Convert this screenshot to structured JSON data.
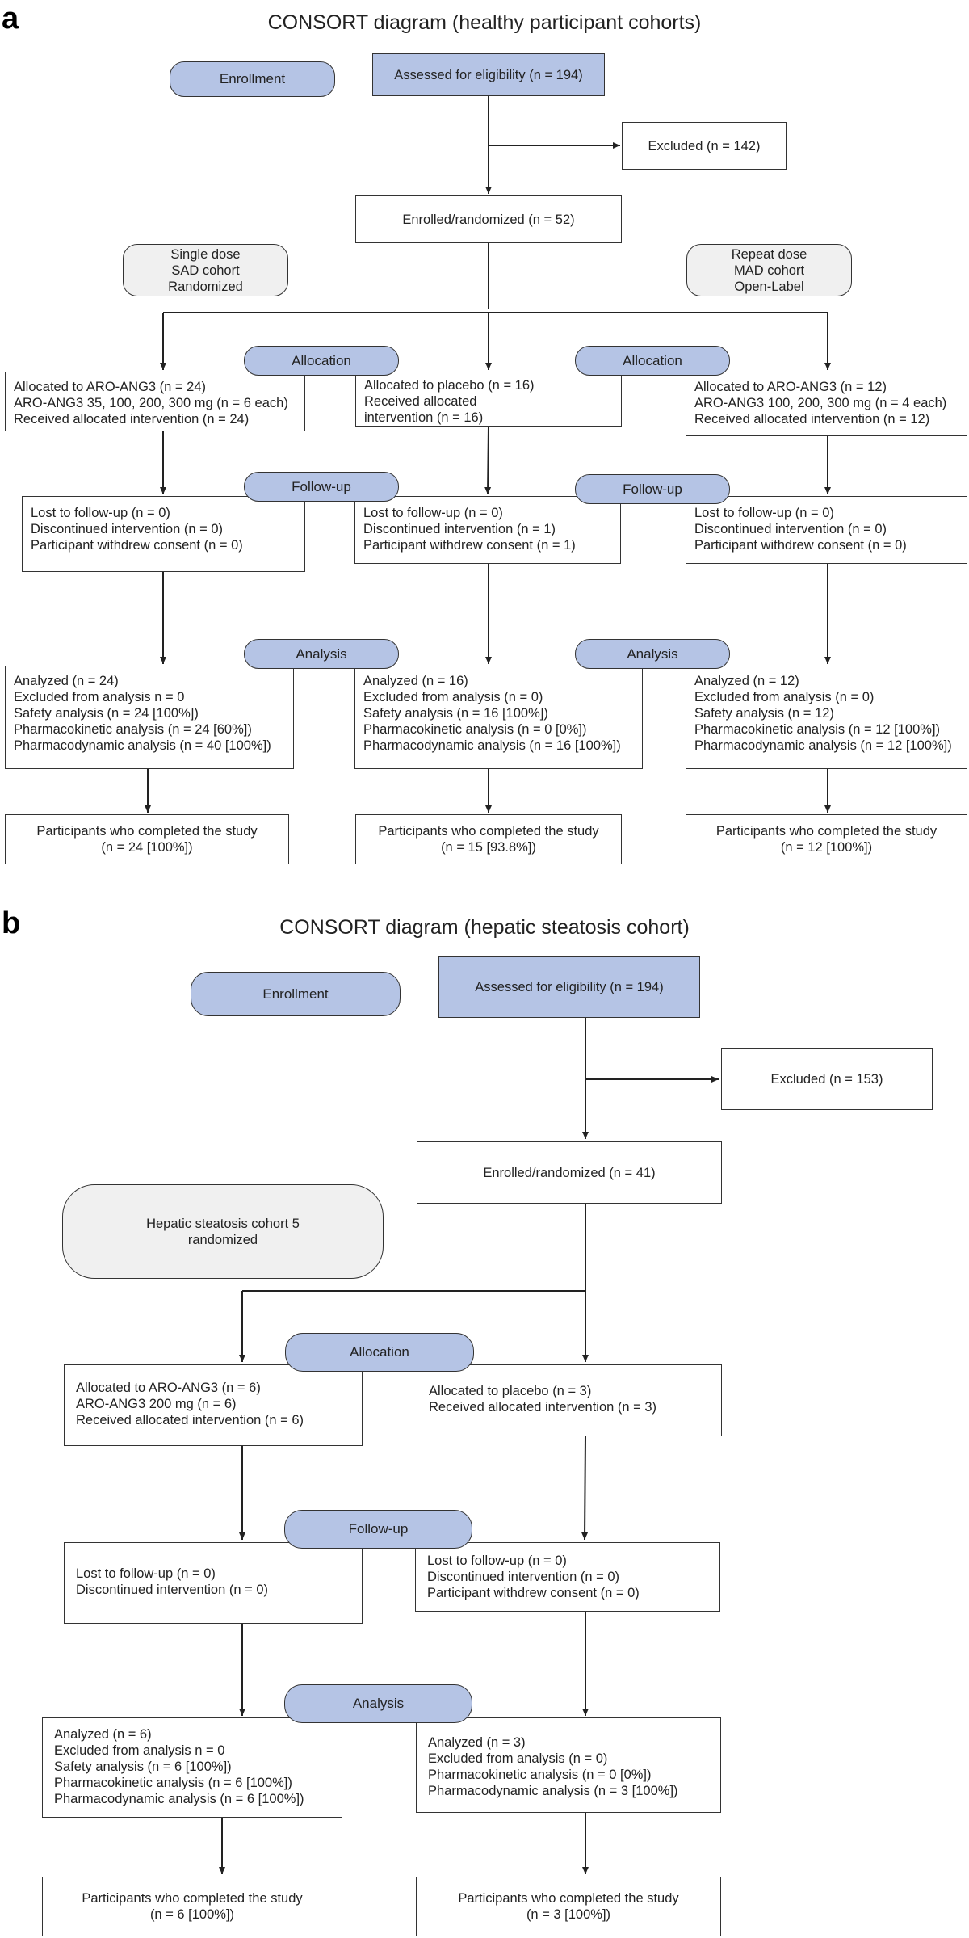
{
  "panel_a": {
    "letter": "a",
    "title": "CONSORT diagram (healthy participant cohorts)",
    "enrollment_pill": "Enrollment",
    "assessed": "Assessed for eligibility (n = 194)",
    "excluded": "Excluded (n = 142)",
    "enrolled": "Enrolled/randomized (n = 52)",
    "sad_cohort": [
      "Single dose",
      "SAD cohort",
      "Randomized"
    ],
    "mad_cohort": [
      "Repeat dose",
      "MAD cohort",
      "Open-Label"
    ],
    "allocation_pill": "Allocation",
    "followup_pill": "Follow-up",
    "analysis_pill": "Analysis",
    "alloc_left": [
      "Allocated to ARO-ANG3 (n = 24)",
      "ARO-ANG3 35, 100, 200, 300 mg (n = 6 each)",
      "Received allocated intervention (n = 24)"
    ],
    "alloc_mid": [
      "Allocated to placebo (n = 16)",
      "Received allocated",
      "intervention (n = 16)"
    ],
    "alloc_right": [
      "Allocated to ARO-ANG3 (n = 12)",
      "ARO-ANG3 100, 200, 300 mg (n = 4 each)",
      "Received allocated intervention (n = 12)"
    ],
    "fu_left": [
      "Lost to follow-up (n = 0)",
      "Discontinued intervention (n = 0)",
      "Participant withdrew consent (n = 0)"
    ],
    "fu_mid": [
      "Lost to follow-up (n = 0)",
      "Discontinued intervention (n = 1)",
      "Participant withdrew consent (n = 1)"
    ],
    "fu_right": [
      "Lost to follow-up (n = 0)",
      "Discontinued intervention (n = 0)",
      "Participant withdrew consent (n = 0)"
    ],
    "an_left": [
      "Analyzed (n = 24)",
      "Excluded from analysis n = 0",
      "Safety analysis (n = 24 [100%])",
      "Pharmacokinetic analysis (n = 24 [60%])",
      "Pharmacodynamic analysis (n = 40 [100%])"
    ],
    "an_mid": [
      "Analyzed (n = 16)",
      "Excluded from analysis (n = 0)",
      "Safety analysis (n = 16 [100%])",
      "Pharmacokinetic analysis (n = 0 [0%])",
      "Pharmacodynamic analysis (n = 16 [100%])"
    ],
    "an_right": [
      "Analyzed (n = 12)",
      "Excluded from analysis (n = 0)",
      "Safety analysis (n = 12)",
      "Pharmacokinetic analysis (n = 12 [100%])",
      "Pharmacodynamic analysis (n = 12 [100%])"
    ],
    "done_left": [
      "Participants who completed the study",
      "(n = 24 [100%])"
    ],
    "done_mid": [
      "Participants who completed the study",
      "(n = 15 [93.8%])"
    ],
    "done_right": [
      "Participants who completed the study",
      "(n = 12 [100%])"
    ]
  },
  "panel_b": {
    "letter": "b",
    "title": "CONSORT diagram (hepatic steatosis cohort)",
    "enrollment_pill": "Enrollment",
    "assessed": "Assessed for eligibility (n = 194)",
    "excluded": "Excluded (n = 153)",
    "enrolled": "Enrolled/randomized (n = 41)",
    "cohort": [
      "Hepatic steatosis cohort 5",
      "randomized"
    ],
    "allocation_pill": "Allocation",
    "followup_pill": "Follow-up",
    "analysis_pill": "Analysis",
    "alloc_left": [
      "Allocated to ARO-ANG3 (n = 6)",
      "ARO-ANG3 200 mg (n = 6)",
      "Received allocated intervention (n = 6)"
    ],
    "alloc_right": [
      "Allocated to placebo (n = 3)",
      "Received allocated intervention (n = 3)"
    ],
    "fu_left": [
      "Lost to follow-up (n = 0)",
      "Discontinued intervention (n = 0)"
    ],
    "fu_right": [
      "Lost to follow-up (n = 0)",
      "Discontinued intervention (n = 0)",
      "Participant withdrew consent (n = 0)"
    ],
    "an_left": [
      "Analyzed (n = 6)",
      "Excluded from analysis n = 0",
      "Safety analysis (n = 6 [100%])",
      "Pharmacokinetic analysis (n = 6 [100%])",
      "Pharmacodynamic analysis (n = 6 [100%])"
    ],
    "an_right": [
      "Analyzed (n = 3)",
      "Excluded from analysis (n = 0)",
      "Pharmacokinetic analysis (n = 0 [0%])",
      "Pharmacodynamic analysis (n = 3 [100%])"
    ],
    "done_left": [
      "Participants who completed the study",
      "(n = 6 [100%])"
    ],
    "done_right": [
      "Participants who completed the study",
      "(n = 3 [100%])"
    ]
  },
  "colors": {
    "pill_fill": "#b5c4e5",
    "cohort_fill": "#f0f0f0",
    "line": "#222222"
  }
}
